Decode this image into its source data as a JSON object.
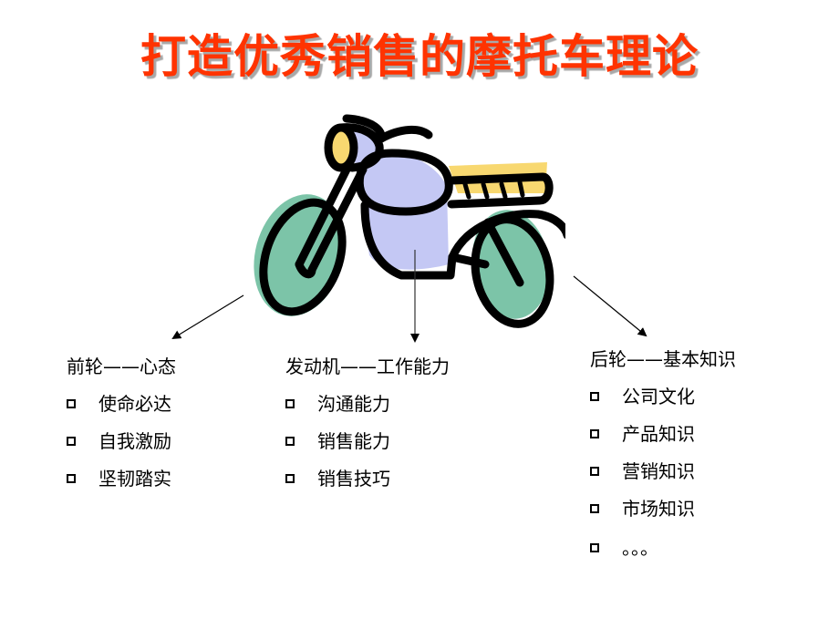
{
  "slide": {
    "title": "打造优秀销售的摩托车理论",
    "colors": {
      "title": "#ff3300",
      "title_shadow": "#a8a8a8",
      "body_fill": "#c4c8f4",
      "seat_light_fill": "#f8d870",
      "wheel_fill": "#7cc4a8",
      "outline": "#000000"
    }
  },
  "illustration": {
    "icon": "motorcycle-clipart"
  },
  "columns": {
    "front": {
      "heading": "前轮——心态",
      "items": [
        "使命必达",
        "自我激励",
        "坚韧踏实"
      ]
    },
    "engine": {
      "heading": "发动机——工作能力",
      "items": [
        "沟通能力",
        "销售能力",
        "销售技巧"
      ]
    },
    "rear": {
      "heading": "后轮——基本知识",
      "items": [
        "公司文化",
        "产品知识",
        "营销知识",
        "市场知识",
        "。。。"
      ]
    }
  }
}
